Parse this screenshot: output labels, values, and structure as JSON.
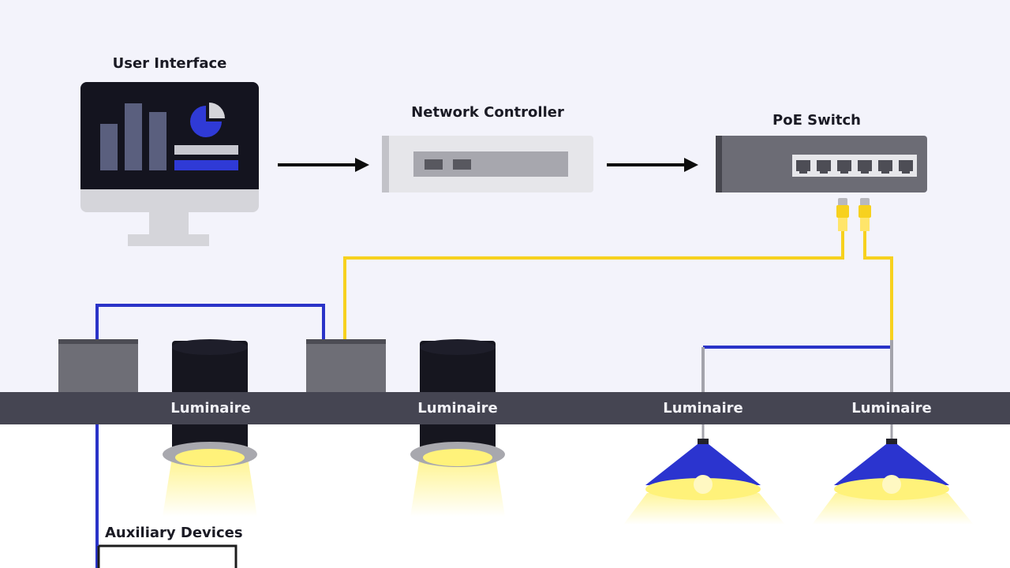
{
  "labels": {
    "user_interface": "User Interface",
    "network_controller": "Network Controller",
    "poe_switch": "PoE Switch",
    "luminaire_1": "Luminaire",
    "luminaire_2": "Luminaire",
    "luminaire_3": "Luminaire",
    "luminaire_4": "Luminaire",
    "auxiliary_devices": "Auxiliary Devices"
  },
  "colors": {
    "sky_background": "#f3f3fb",
    "floor_background": "#ffffff",
    "ceiling_band": "#454552",
    "monitor_screen": "#14141f",
    "monitor_body": "#d5d5da",
    "dashboard_bars": "#5a5f7e",
    "dashboard_accent": "#2f3ad6",
    "controller_body": "#e6e6ea",
    "switch_body": "#6c6c75",
    "driver_box": "#6e6e76",
    "downlight_body": "#16161f",
    "pendant_shade": "#2b34cf",
    "poe_cable": "#f7d11e",
    "data_cable": "#2a33c8",
    "drop_wire": "#a3a3ab",
    "aux_wire": "#1d1d1d",
    "light_glow": "#fff27a",
    "arrow": "#0d0d0d"
  },
  "icons": {
    "flow_arrow": "right-arrow-icon",
    "bar_chart": "bar-chart-icon",
    "pie_chart": "pie-chart-icon",
    "ethernet_port": "ethernet-port-icon",
    "rj45_connector": "rj45-connector-icon"
  }
}
